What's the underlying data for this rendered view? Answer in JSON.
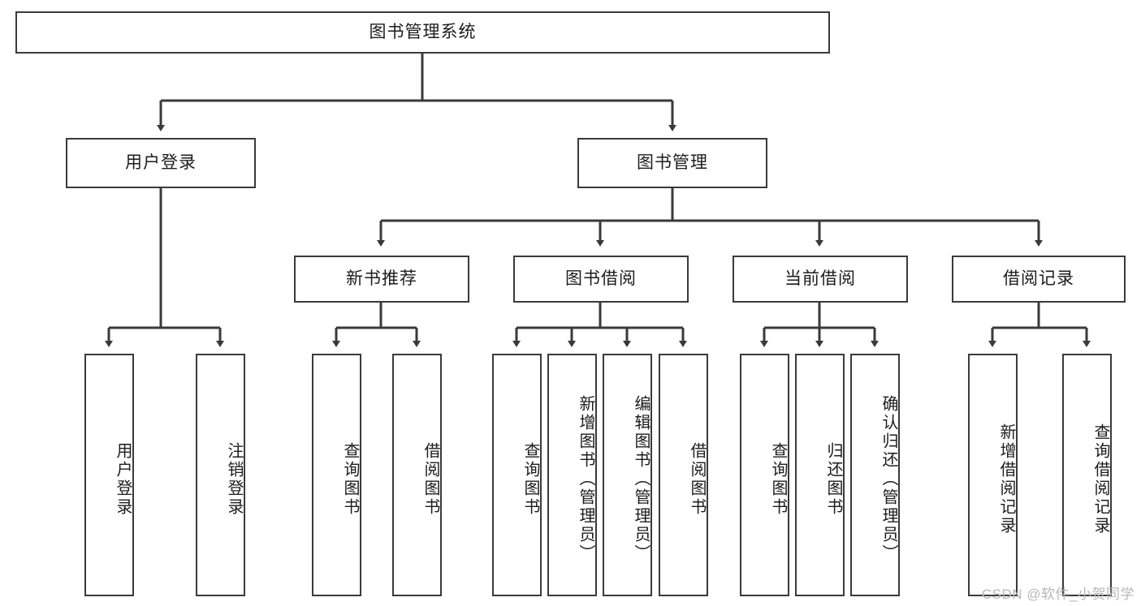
{
  "diagram": {
    "title": "图书管理系统",
    "type": "hierarchy-tree",
    "root": {
      "id": "root",
      "label": "图书管理系统",
      "orientation": "horizontal"
    },
    "level2": [
      {
        "id": "user-login",
        "label": "用户登录",
        "orientation": "horizontal"
      },
      {
        "id": "book-manage",
        "label": "图书管理",
        "orientation": "horizontal"
      }
    ],
    "level3": [
      {
        "id": "new-book-recommend",
        "label": "新书推荐",
        "orientation": "horizontal"
      },
      {
        "id": "book-borrow",
        "label": "图书借阅",
        "orientation": "horizontal"
      },
      {
        "id": "current-borrow",
        "label": "当前借阅",
        "orientation": "horizontal"
      },
      {
        "id": "borrow-record",
        "label": "借阅记录",
        "orientation": "horizontal"
      }
    ],
    "leaves": {
      "user_login": [
        {
          "id": "leaf-user-login",
          "label": "用户登录"
        },
        {
          "id": "leaf-logout-login",
          "label": "注销登录"
        }
      ],
      "new_book_recommend": [
        {
          "id": "leaf-query-book-1",
          "label": "查询图书"
        },
        {
          "id": "leaf-borrow-book-1",
          "label": "借阅图书"
        }
      ],
      "book_borrow": [
        {
          "id": "leaf-query-book-2",
          "label": "查询图书"
        },
        {
          "id": "leaf-add-book",
          "label": "新增图书（管理员）"
        },
        {
          "id": "leaf-edit-book",
          "label": "编辑图书（管理员）"
        },
        {
          "id": "leaf-borrow-book-2",
          "label": "借阅图书"
        }
      ],
      "current_borrow": [
        {
          "id": "leaf-query-book-3",
          "label": "查询图书"
        },
        {
          "id": "leaf-return-book",
          "label": "归还图书"
        },
        {
          "id": "leaf-confirm-return",
          "label": "确认归还（管理员）"
        }
      ],
      "borrow_record": [
        {
          "id": "leaf-add-borrow-record",
          "label": "新增借阅记录"
        },
        {
          "id": "leaf-query-borrow-record",
          "label": "查询借阅记录"
        }
      ]
    },
    "colors": {
      "border": "#3a3a3a",
      "edge": "#3a3a3a",
      "background": "#ffffff",
      "text": "#1c1c1c",
      "watermark": "#b7b7b7"
    }
  },
  "watermark": {
    "text": "CSDN @软件_小贺同学"
  }
}
